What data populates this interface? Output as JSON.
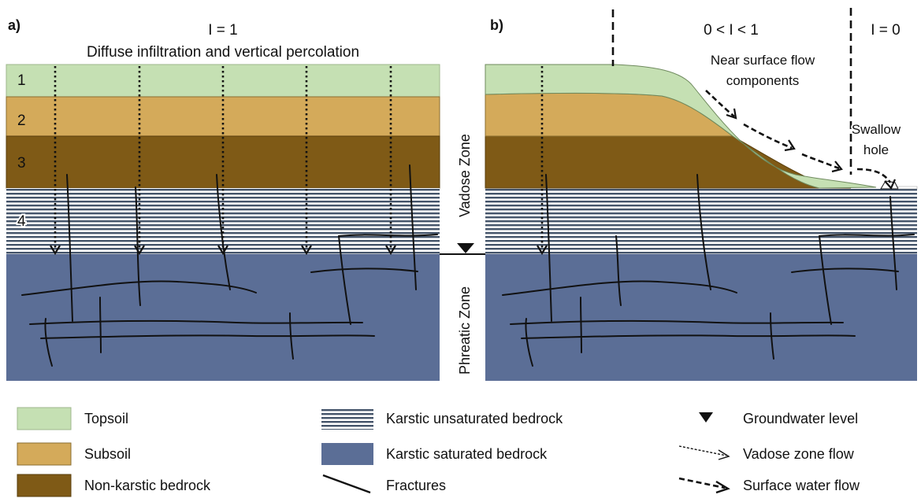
{
  "panel_a": {
    "label": "a)",
    "index_text": "I = 1",
    "subtitle": "Diffuse infiltration and vertical percolation",
    "layer_numbers": [
      "1",
      "2",
      "3",
      "4"
    ]
  },
  "panel_b": {
    "label": "b)",
    "index_mid": "0 < I < 1",
    "index_right": "I = 0",
    "near_surface_line1": "Near surface flow",
    "near_surface_line2": "components",
    "swallow_line1": "Swallow",
    "swallow_line2": "hole"
  },
  "zones": {
    "vadose": "Vadose Zone",
    "phreatic": "Phreatic Zone"
  },
  "colors": {
    "topsoil": "#c5e0b3",
    "subsoil": "#d4aa5a",
    "non_karstic": "#7f5a16",
    "unsaturated_stripe": "#44546a",
    "saturated": "#5b6e96"
  },
  "legend": {
    "topsoil": "Topsoil",
    "subsoil": "Subsoil",
    "non_karstic": "Non-karstic bedrock",
    "unsaturated": "Karstic unsaturated bedrock",
    "saturated": "Karstic saturated bedrock",
    "fractures": "Fractures",
    "groundwater": "Groundwater level",
    "vadose_flow": "Vadose zone flow",
    "surface_flow": "Surface water flow"
  }
}
